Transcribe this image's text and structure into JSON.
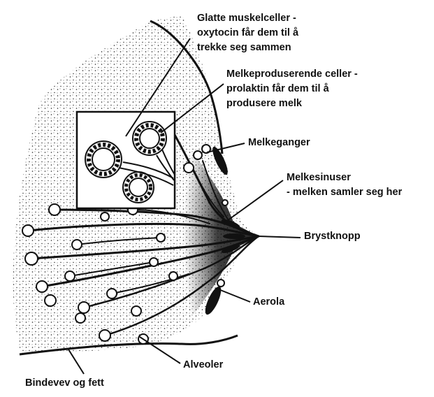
{
  "labels": {
    "smooth_muscle": [
      "Glatte muskelceller -",
      "oxytocin får dem til å",
      "trekke seg sammen"
    ],
    "milk_cells": [
      "Melkeproduserende celler -",
      "prolaktin får dem til å",
      "produsere melk"
    ],
    "ducts": "Melkeganger",
    "sinuses": [
      "Melkesinuser",
      "- melken samler seg her"
    ],
    "nipple": "Brystknopp",
    "areola": "Aerola",
    "alveoli": "Alveoler",
    "tissue": "Bindevev og fett"
  },
  "colors": {
    "ink": "#111111",
    "paper": "#ffffff"
  }
}
